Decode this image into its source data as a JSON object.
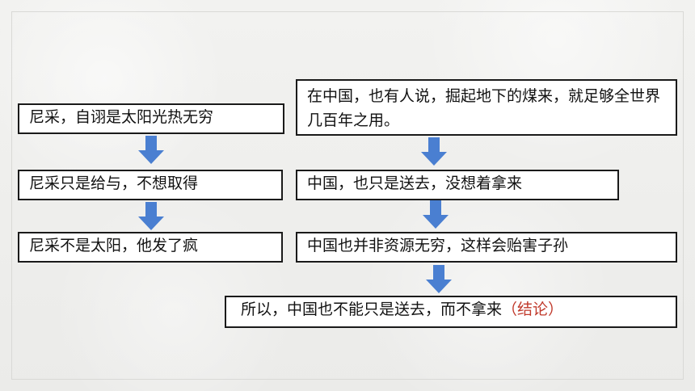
{
  "left_column": {
    "items": [
      "尼采，自诩是太阳光热无穷",
      "尼采只是给与，不想取得",
      "尼采不是太阳，他发了疯"
    ]
  },
  "right_column": {
    "items": [
      "在中国，也有人说，掘起地下的煤来，就足够全世界几百年之用。",
      "中国，也只是送去，没想着拿来",
      "中国也并非资源无穷，这样会贻害子孙"
    ]
  },
  "conclusion": {
    "text": "所以，中国也不能只是送去，而不拿来",
    "tag": "（结论）"
  },
  "colors": {
    "arrow": "#4a7fd1",
    "tag": "#c0392b",
    "border": "#1a1a1a"
  }
}
